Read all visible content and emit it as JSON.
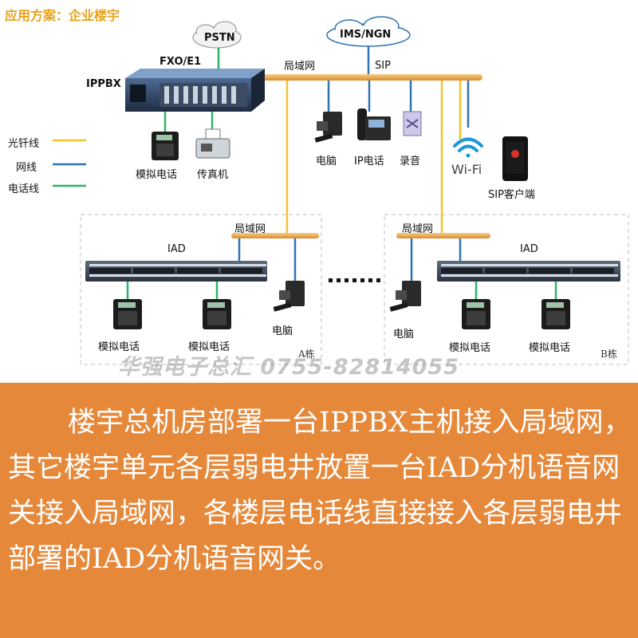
{
  "title": "应用方案：企业楼宇",
  "nodes": {
    "pstn": "PSTN",
    "ims": "IMS/NGN",
    "fxo": "FXO/E1",
    "ippbx": "IPPBX",
    "lan_top": "局域网",
    "sip": "SIP",
    "analog_phone": "模拟电话",
    "fax": "传真机",
    "pc": "电脑",
    "ip_phone": "IP电话",
    "recording": "录音",
    "wifi": "Wi-Fi",
    "sip_client": "SIP客户端",
    "lan_a": "局域网",
    "lan_b": "局域网",
    "iad_a": "IAD",
    "iad_b": "IAD",
    "a_pc": "电脑",
    "a_phone1": "模拟电话",
    "a_phone2": "模拟电话",
    "b_pc": "电脑",
    "b_phone1": "模拟电话",
    "b_phone2": "模拟电话",
    "building_a": "A栋",
    "building_b": "B栋"
  },
  "legend": {
    "fiber": {
      "label": "光钎线",
      "color": "#f2c12e"
    },
    "network": {
      "label": "网线",
      "color": "#2e74b5"
    },
    "phone": {
      "label": "电话线",
      "color": "#2eb36a"
    }
  },
  "watermark": "华强电子总汇 0755-82814055",
  "description": "楼宇总机房部署一台IPPBX主机接入局域网，其它楼宇单元各层弱电井放置一台IAD分机语音网关接入局域网，各楼层电话线直接接入各层弱电井部署的IAD分机语音网关。",
  "colors": {
    "panel": "#e6883a",
    "title": "#e8a21a",
    "bus": "#e9a64a"
  }
}
